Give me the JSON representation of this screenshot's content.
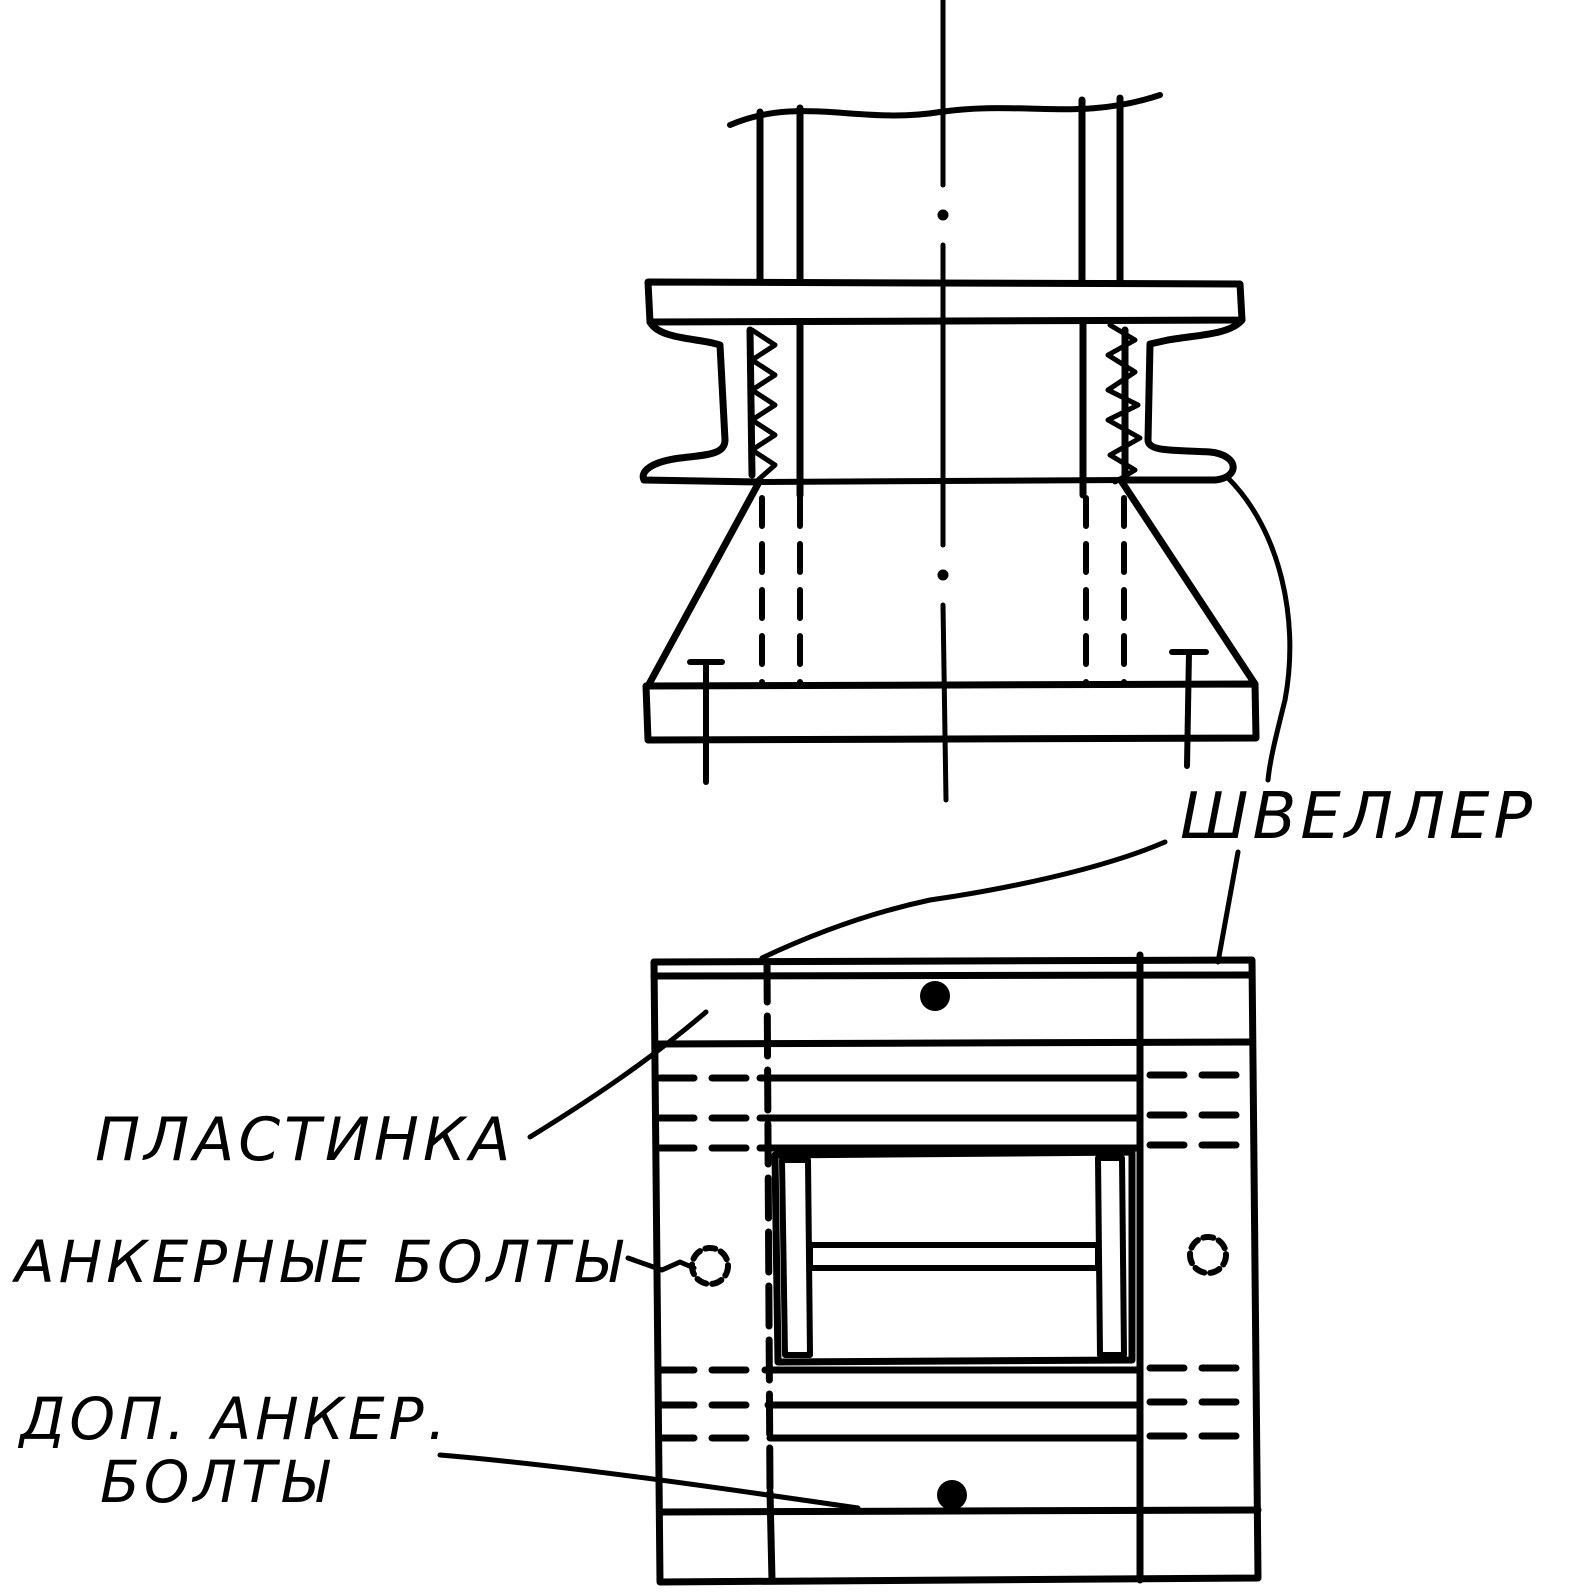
{
  "labels": {
    "channel": "ШВЕЛЛЕР",
    "plate": "ПЛАСТИНКА",
    "anchor_bolts": "АНКЕРНЫЕ БОЛТЫ",
    "extra_anchor_bolts_line1": "ДОП. АНКЕР.",
    "extra_anchor_bolts_line2": "БОЛТЫ"
  },
  "colors": {
    "ink": "#000000",
    "paper": "#ffffff"
  }
}
